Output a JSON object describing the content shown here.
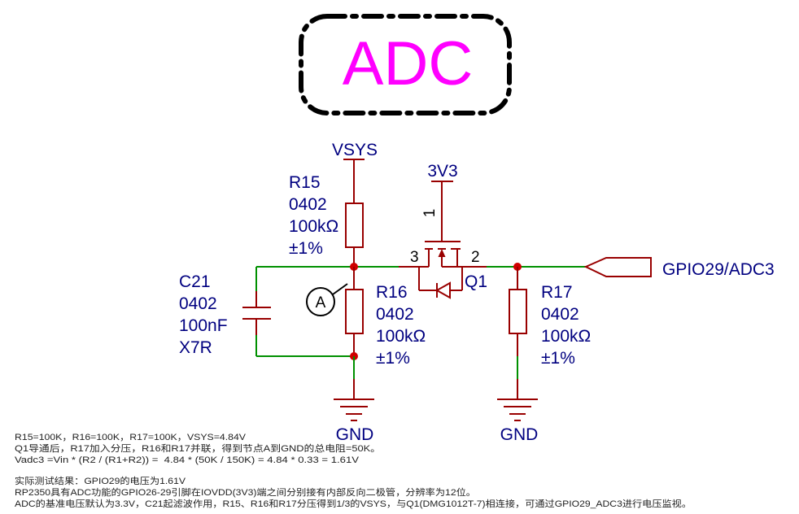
{
  "title": "ADC",
  "power": {
    "vsys": "VSYS",
    "v3v3": "3V3"
  },
  "ground": {
    "left": "GND",
    "right": "GND"
  },
  "c21": {
    "ref": "C21",
    "package": "0402",
    "value": "100nF",
    "dielectric": "X7R"
  },
  "r15": {
    "ref": "R15",
    "package": "0402",
    "value": "100kΩ",
    "tolerance": "±1%"
  },
  "r16": {
    "ref": "R16",
    "package": "0402",
    "value": "100kΩ",
    "tolerance": "±1%"
  },
  "r17": {
    "ref": "R17",
    "package": "0402",
    "value": "100kΩ",
    "tolerance": "±1%"
  },
  "q1": {
    "ref": "Q1",
    "pin1": "1",
    "pin2": "2",
    "pin3": "3"
  },
  "node": {
    "label": "A"
  },
  "net_port": {
    "label": "GPIO29/ADC3"
  },
  "notes": [
    "R15=100K，R16=100K，R17=100K，VSYS=4.84V",
    "Q1导通后，R17加入分压，R16和R17并联，得到节点A到GND的总电阻=50K。",
    "Vadc3 =Vin * (R2 / (R1+R2)) =  4.84 * (50K / 150K) = 4.84 * 0.33 = 1.61V",
    "实际测试结果：GPIO29的电压为1.61V",
    "RP2350具有ADC功能的GPIO26-29引脚在IOVDD(3V3)端之间分别接有内部反向二极管，分辨率为12位。",
    "ADC的基准电压默认为3.3V，C21起滤波作用，R15、R16和R17分压得到1/3的VSYS，与Q1(DMG1012T-7)相连接，可通过GPIO29_ADC3进行电压监视。"
  ],
  "colors": {
    "wire": "#009000",
    "part": "#990000",
    "junction": "#d00000",
    "label": "#000080",
    "title": "#ff00ff",
    "frame": "#000000"
  }
}
